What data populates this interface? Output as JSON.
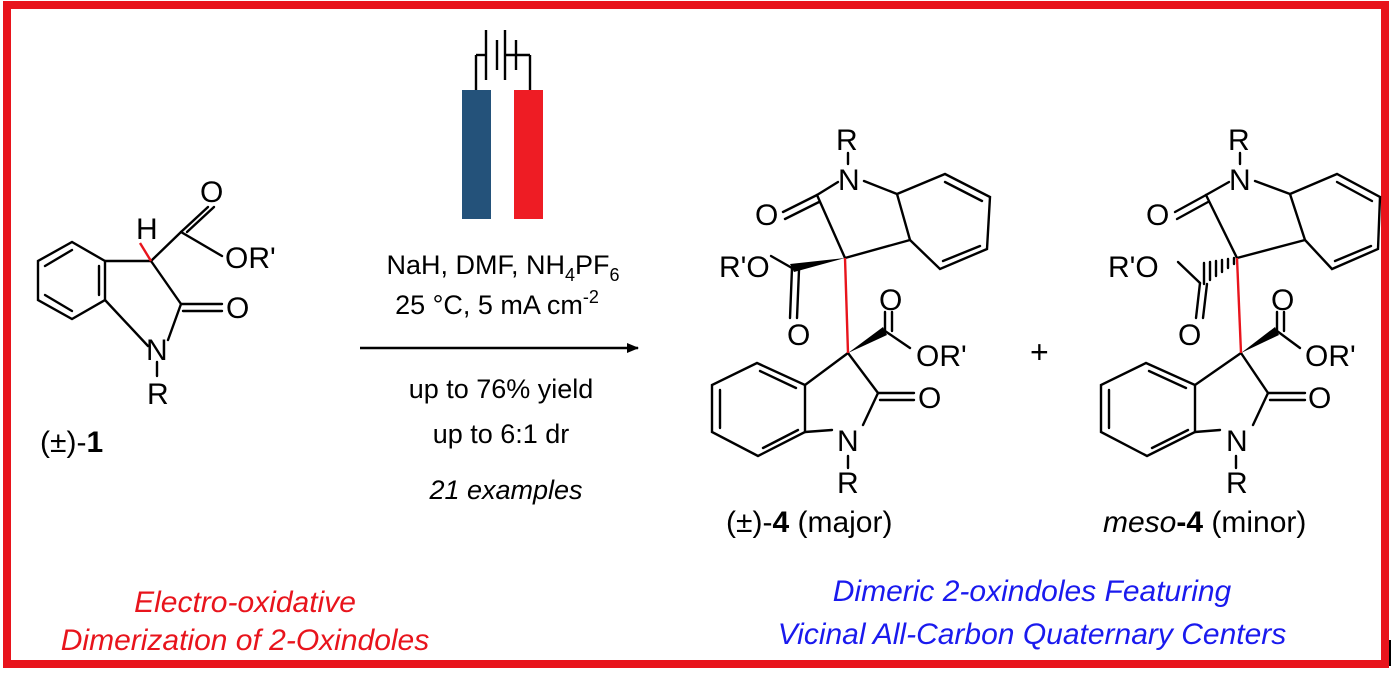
{
  "border_color": "#e8141c",
  "electrode_colors": {
    "anode": "#24527a",
    "cathode": "#ee1c24"
  },
  "bond_highlight_color": "#e8141c",
  "starting_material": {
    "atoms": {
      "H": "H",
      "O_carbonyl": "O",
      "OR": "OR'",
      "O_lactam": "O",
      "N": "N",
      "R": "R"
    },
    "label_prefix": "(±)-",
    "label_number": "1"
  },
  "conditions": {
    "reagents_prefix": "NaH, DMF, NH",
    "reagents_sub1": "4",
    "reagents_mid": "PF",
    "reagents_sub2": "6",
    "temp_prefix": "25 °C, 5 mA cm",
    "temp_sup": "-2",
    "yield": "up to 76% yield",
    "dr": "up to 6:1 dr",
    "examples": "21 examples"
  },
  "product_major": {
    "atoms": {
      "R_top": "R",
      "N_top": "N",
      "O_top": "O",
      "R_O": "R'O",
      "O_ester_top": "O",
      "O_ester_bottom": "O",
      "OR": "OR'",
      "O_bottom": "O",
      "N_bottom": "N",
      "R_bottom": "R"
    },
    "label_prefix": "(±)-",
    "label_number": "4",
    "label_suffix": " (major)"
  },
  "plus": "+",
  "product_minor": {
    "atoms": {
      "R_top": "R",
      "N_top": "N",
      "O_top": "O",
      "R_O": "R'O",
      "O_ester_top": "O",
      "O_ester_bottom": "O",
      "OR": "OR'",
      "O_bottom": "O",
      "N_bottom": "N",
      "R_bottom": "R"
    },
    "label_prefix": "meso",
    "label_number": "-4",
    "label_suffix": " (minor)"
  },
  "captions": {
    "left_line1": "Electro-oxidative",
    "left_line2": "Dimerization of 2-Oxindoles",
    "left_color": "#e8141c",
    "right_line1": "Dimeric 2-oxindoles Featuring",
    "right_line2": "Vicinal All-Carbon Quaternary Centers",
    "right_color": "#1a1aee"
  }
}
